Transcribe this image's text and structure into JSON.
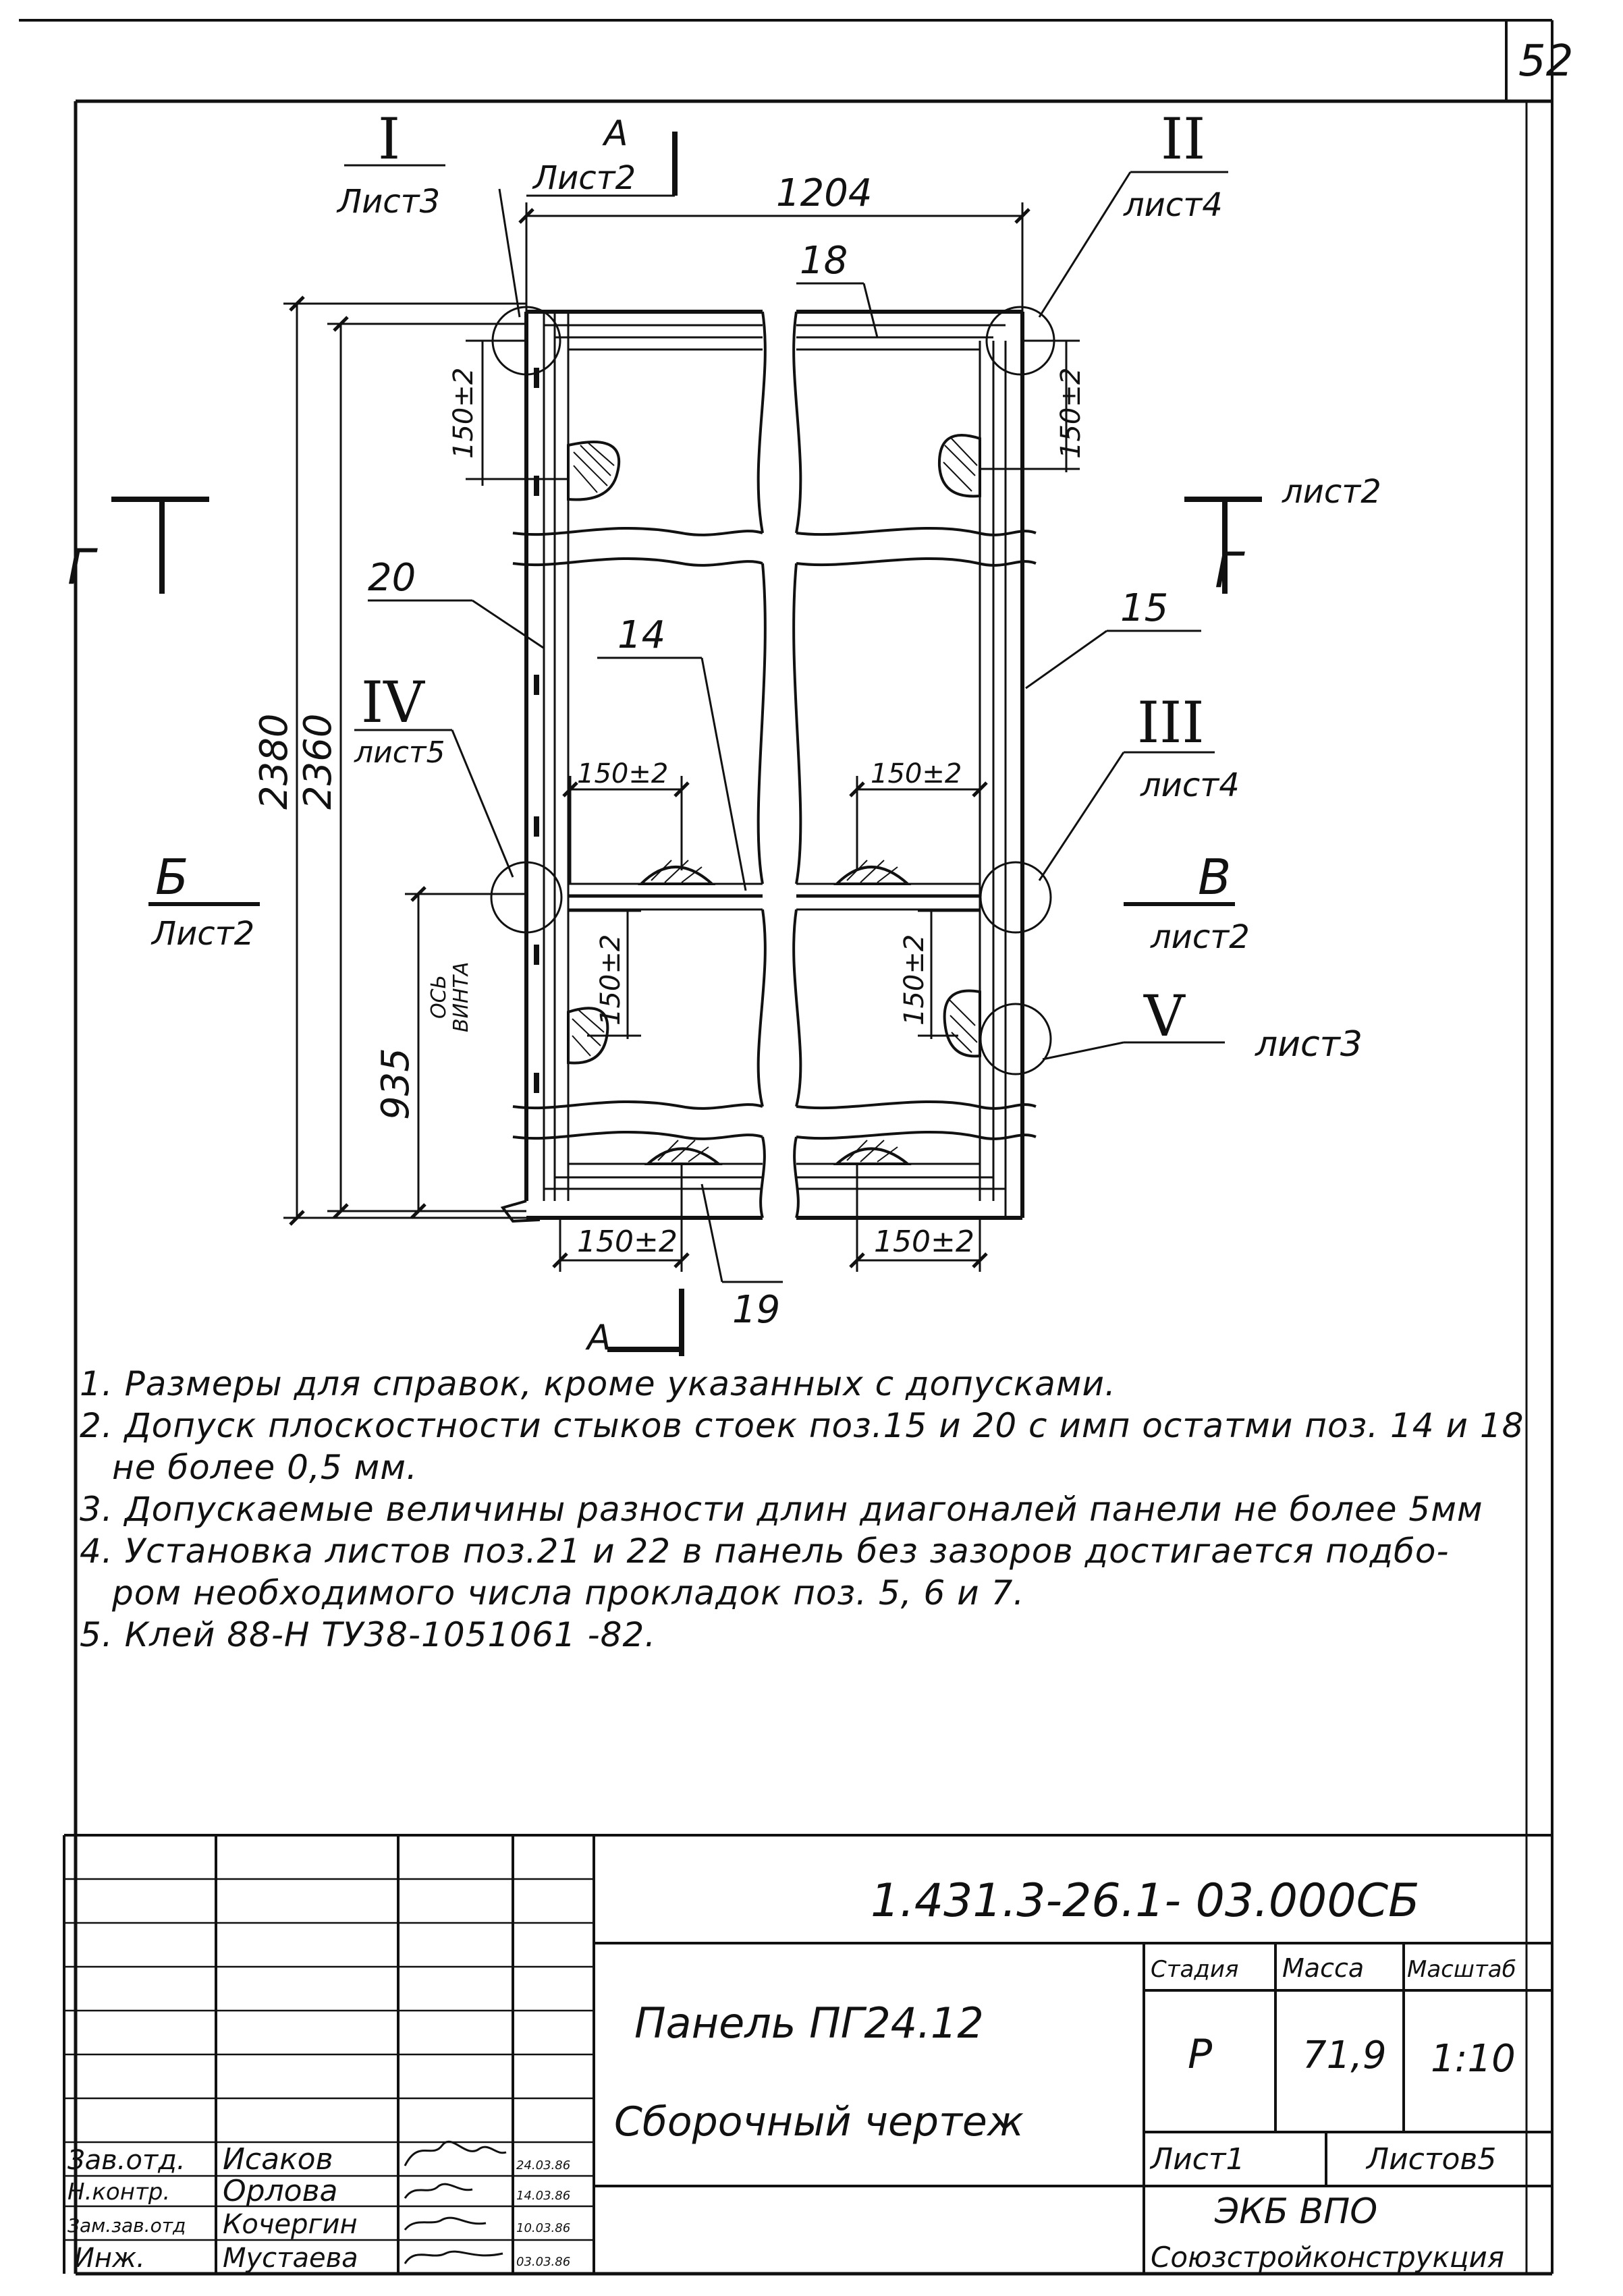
{
  "page_number": "52",
  "drawing": {
    "sections": {
      "I": {
        "label": "I",
        "sheet": "Лист3"
      },
      "II": {
        "label": "II",
        "sheet": "лист4"
      },
      "III": {
        "label": "III",
        "sheet": "лист4"
      },
      "IV": {
        "label": "IV",
        "sheet": "лист5"
      },
      "V": {
        "label": "V",
        "sheet": "лист3"
      },
      "A_top": {
        "label": "А",
        "sheet": "Лист2"
      },
      "A_bottom": {
        "label": "А"
      },
      "B_left": {
        "label": "Б",
        "sheet": "Лист2"
      },
      "V_right": {
        "label": "В",
        "sheet": "лист2"
      },
      "G_left": {
        "label": "Г"
      },
      "G_right": {
        "label": "Г",
        "sheet": "лист2"
      }
    },
    "dimensions": {
      "width": "1204",
      "height_outer": "2380",
      "height_inner": "2360",
      "axis_height": "935",
      "tolerance": "150±2",
      "axis_label_1": "ОСЬ",
      "axis_label_2": "ВИНТА"
    },
    "positions": [
      "18",
      "20",
      "14",
      "15",
      "19"
    ]
  },
  "notes": [
    "1. Размеры для справок, кроме указанных с допусками.",
    "2. Допуск плоскостности стыков стоек поз.15 и 20 с имп остатми поз. 14 и 18",
    "не более 0,5 мм.",
    "3. Допускаемые величины разности длин диагоналей панели не более 5мм",
    "4. Установка листов поз.21 и 22 в панель без зазоров достигается подбо-",
    "ром необходимого числа прокладок поз. 5, 6 и 7.",
    "5. Клей 88-Н ТУ38-1051061 -82."
  ],
  "title_block": {
    "doc_number": "1.431.3-26.1- 03.000СБ",
    "title_line1": "Панель ПГ24.12",
    "title_line2": "Сборочный чертеж",
    "stage_header": "Стадия",
    "mass_header": "Масса",
    "scale_header": "Масштаб",
    "stage": "Р",
    "mass": "71,9",
    "scale": "1:10",
    "sheet": "Лист1",
    "sheets_total": "Листов5",
    "org_line1": "ЭКБ ВПО",
    "org_line2": "Союзстройконструкция",
    "signers": [
      {
        "role": "Зав.отд.",
        "name": "Исаков",
        "date": "24.03.86"
      },
      {
        "role": "Н.контр.",
        "name": "Орлова",
        "date": "14.03.86"
      },
      {
        "role": "Зам.зав.отд",
        "name": "Кочергин",
        "date": "10.03.86"
      },
      {
        "role": "Инж.",
        "name": "Мустаева",
        "date": "03.03.86"
      }
    ]
  }
}
